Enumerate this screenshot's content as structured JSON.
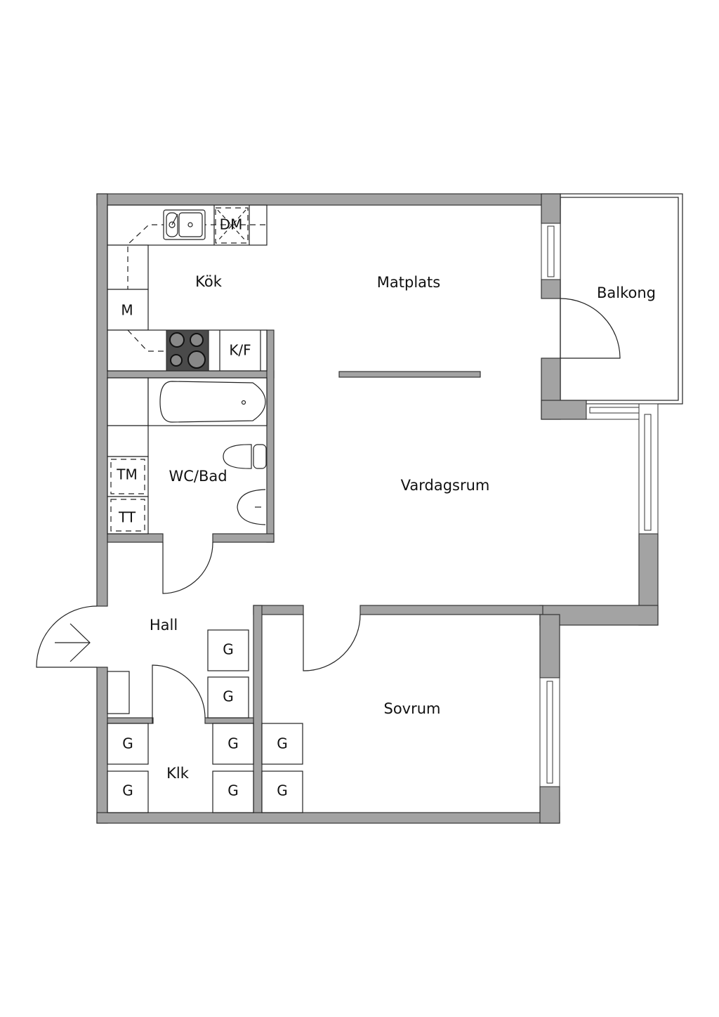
{
  "rooms": {
    "kok": "Kök",
    "matplats": "Matplats",
    "balkong": "Balkong",
    "wc_bad": "WC/Bad",
    "vardagsrum": "Vardagsrum",
    "hall": "Hall",
    "sovrum": "Sovrum",
    "klk": "Klk"
  },
  "appliances": {
    "dishwasher": "DM",
    "microwave": "M",
    "fridge_freezer": "K/F",
    "washing_machine": "TM",
    "tumble_dryer": "TT",
    "wardrobe": "G"
  },
  "colors": {
    "wall": "#a3a3a3",
    "stove": "#4a4a4a",
    "line": "#222222"
  }
}
